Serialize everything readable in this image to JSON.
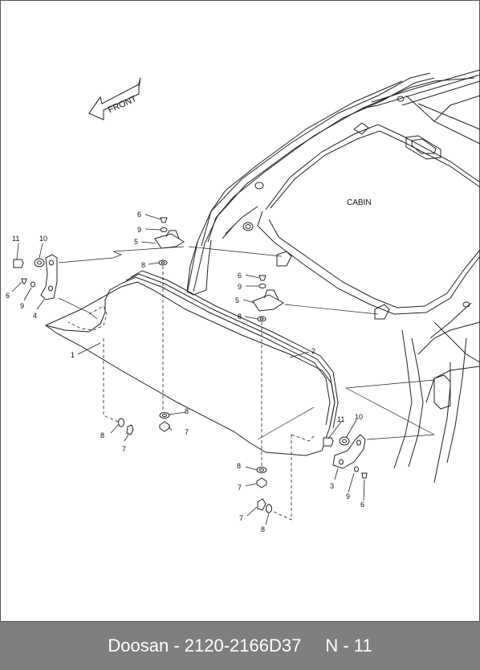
{
  "diagram": {
    "front_label": "FRONT",
    "cabin_label": "CABIN",
    "part_numbers": {
      "p1": "1",
      "p2": "2",
      "p3": "3",
      "p4": "4",
      "p5": "5",
      "p6": "6",
      "p7": "7",
      "p8": "8",
      "p9": "9",
      "p10": "10",
      "p11": "11"
    }
  },
  "footer": {
    "brand": "Doosan",
    "separator": " - ",
    "part_number": "2120-2166D37",
    "page": "N - 11"
  }
}
